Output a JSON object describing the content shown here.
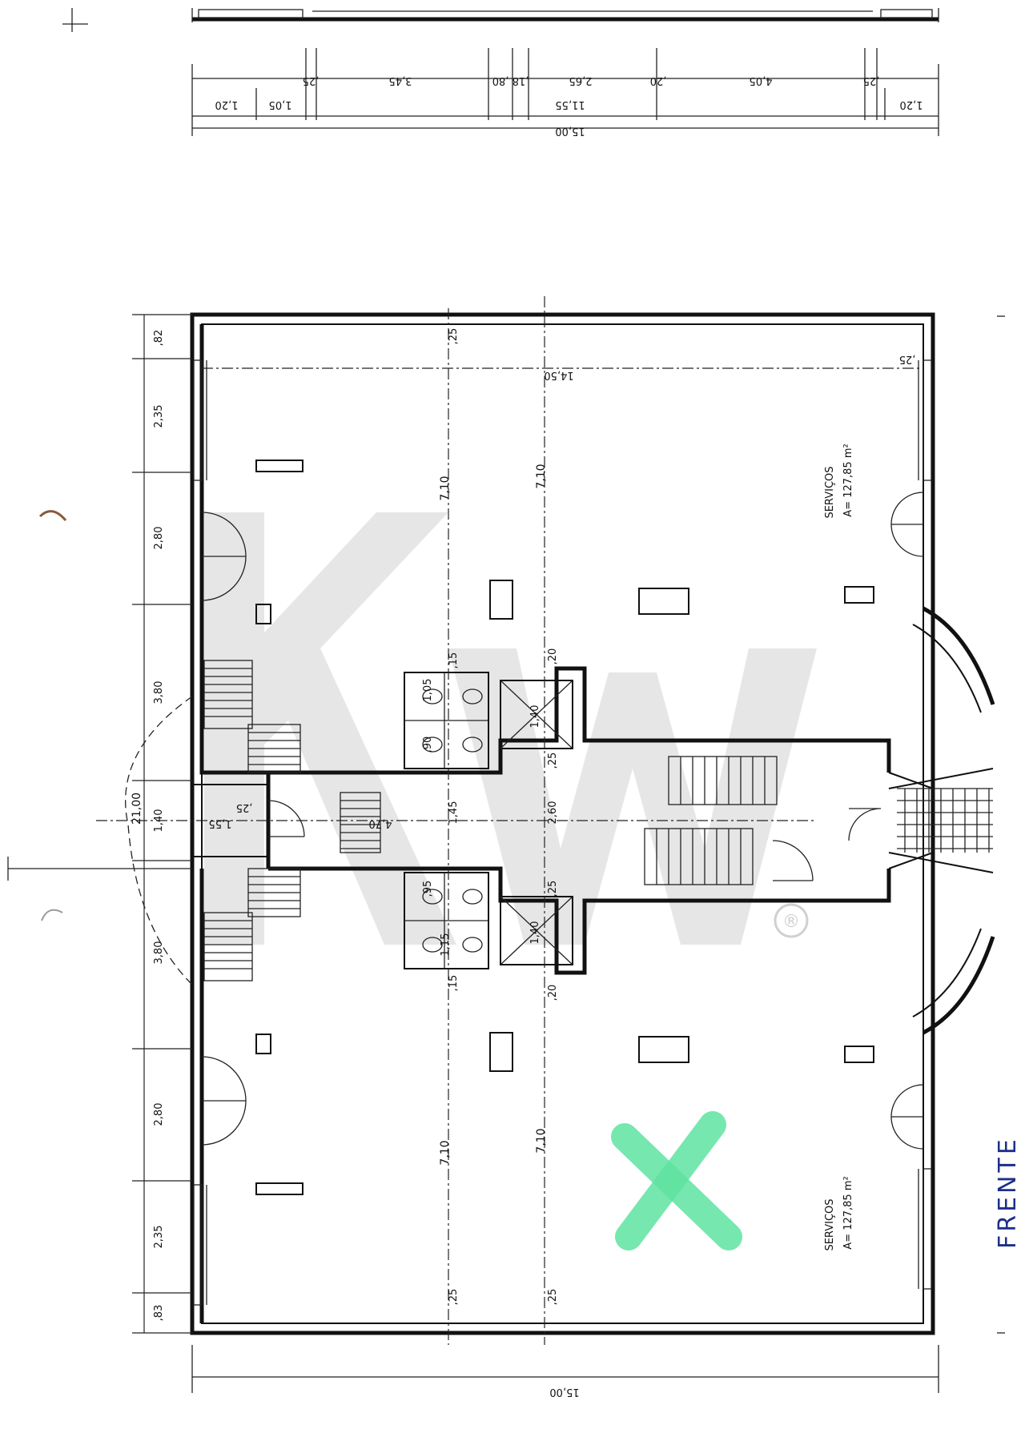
{
  "plan": {
    "frente_label": "FRENTE",
    "watermark_text": "KW",
    "watermark_mark": "®",
    "rooms": [
      {
        "name": "SERVIÇOS",
        "area": "A= 127,85 m²"
      },
      {
        "name": "SERVIÇOS",
        "area": "A= 127,85 m²"
      }
    ],
    "top_dims_outer": "15,00",
    "top_dims_mid": "11,55",
    "top_dims_row": [
      "1,20",
      "1,05",
      ",25",
      "3,45",
      ",18",
      ",80",
      "2,65",
      ",20",
      "4,05",
      ",25",
      "1,20"
    ],
    "bottom_dim": "15,00",
    "left_dims": [
      ",82",
      "2,35",
      "2,80",
      "3,80",
      "21,00",
      "1,40",
      "3,80",
      "2,80",
      "2,35",
      ",83"
    ],
    "center_dims": [
      ",25",
      "14,50",
      "7,10",
      "7,10",
      ",20",
      ",15",
      ",25",
      "1,45",
      "2,60",
      ",25",
      ",20",
      ",15",
      "7,10",
      "7,10",
      ",25",
      ",25",
      "4,70",
      "1,55",
      ",25",
      "1,05",
      ",90",
      ",95",
      "1,15",
      "1,40",
      "1,40",
      ",25"
    ],
    "legend_color": "#5fe3a1"
  }
}
